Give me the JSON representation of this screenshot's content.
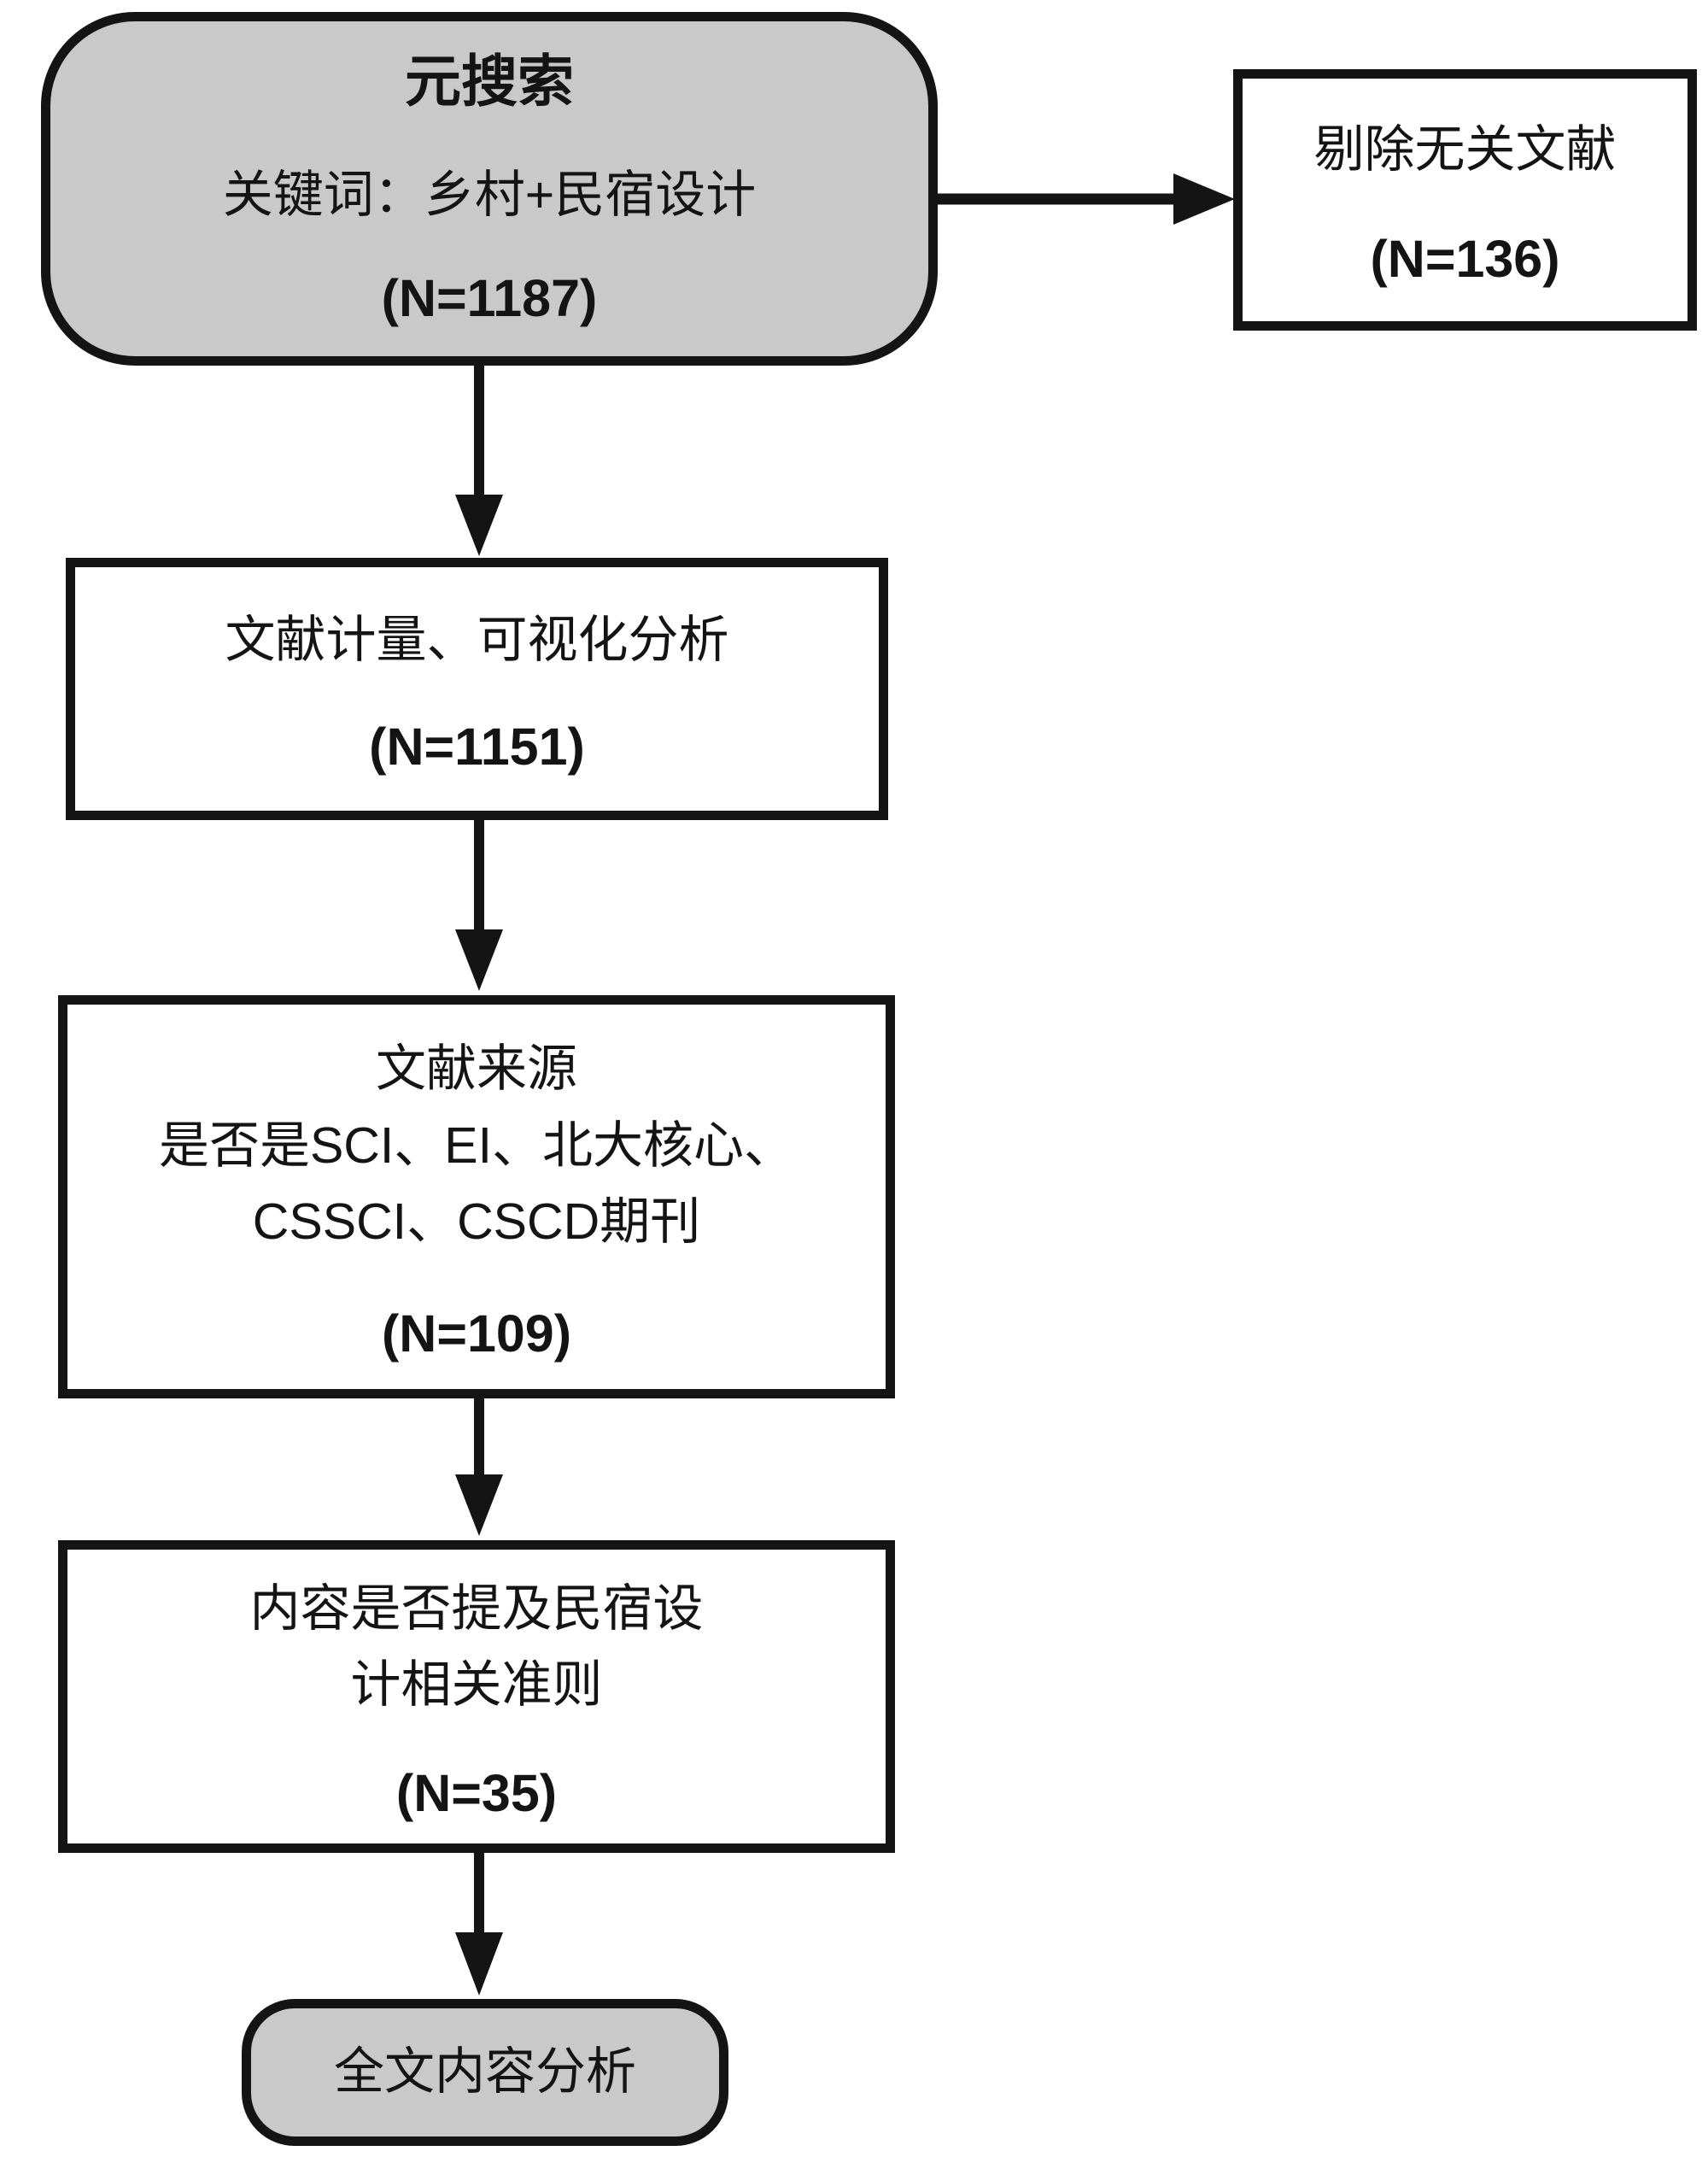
{
  "colors": {
    "background": "#ffffff",
    "terminal_node_fill": "#c9c9c9",
    "process_node_fill": "#ffffff",
    "line_and_border": "#141414"
  },
  "nodes": {
    "meta_search": {
      "title": "元搜索",
      "keywords": "关键词：乡村+民宿设计",
      "count": "(N=1187)"
    },
    "excluded": {
      "label": "剔除无关文献",
      "count": "(N=136)"
    },
    "bibliometric": {
      "label": "文献计量、可视化分析",
      "count": "(N=1151)"
    },
    "source_filter": {
      "line1": "文献来源",
      "line2": "是否是SCI、EI、北大核心、",
      "line3": "CSSCI、CSCD期刊",
      "count": "(N=109)"
    },
    "content_filter": {
      "line1": "内容是否提及民宿设",
      "line2": "计相关准则",
      "count": "(N=35)"
    },
    "full_text": {
      "label": "全文内容分析"
    }
  },
  "edges": [
    {
      "from": "meta_search",
      "to": "excluded",
      "direction": "right"
    },
    {
      "from": "meta_search",
      "to": "bibliometric",
      "direction": "down"
    },
    {
      "from": "bibliometric",
      "to": "source_filter",
      "direction": "down"
    },
    {
      "from": "source_filter",
      "to": "content_filter",
      "direction": "down"
    },
    {
      "from": "content_filter",
      "to": "full_text",
      "direction": "down"
    }
  ]
}
